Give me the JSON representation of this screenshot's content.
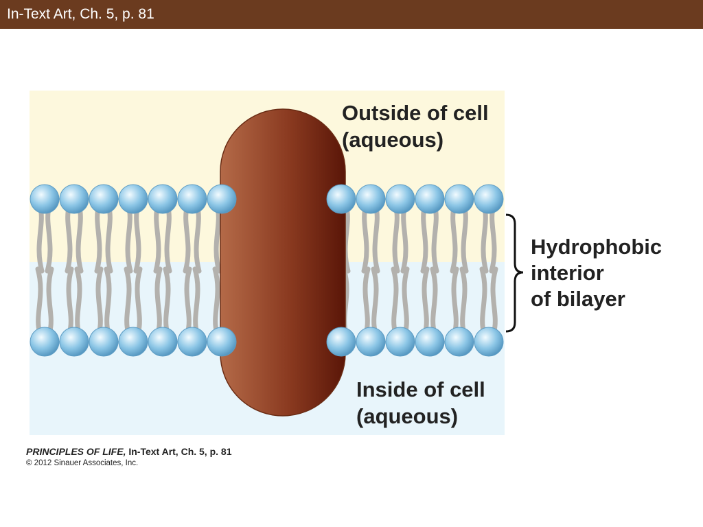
{
  "slide": {
    "title": "In-Text Art, Ch. 5, p. 81"
  },
  "diagram": {
    "labels": {
      "outside": [
        "Outside of cell",
        "(aqueous)"
      ],
      "interior": [
        "Hydrophobic",
        "interior",
        "of bilayer"
      ],
      "inside": [
        "Inside of cell",
        "(aqueous)"
      ]
    },
    "colors": {
      "outside_bg": "#fdf8dd",
      "inside_bg": "#e8f5fb",
      "protein_light": "#b46a48",
      "protein_dark": "#5a1608",
      "head_blue": "#8cc6e6",
      "tail_gray": "#b3b1ad"
    }
  },
  "credit": {
    "book": "PRINCIPLES OF LIFE,",
    "ref": "In-Text Art, Ch. 5, p. 81",
    "copyright": "© 2012 Sinauer Associates, Inc."
  }
}
